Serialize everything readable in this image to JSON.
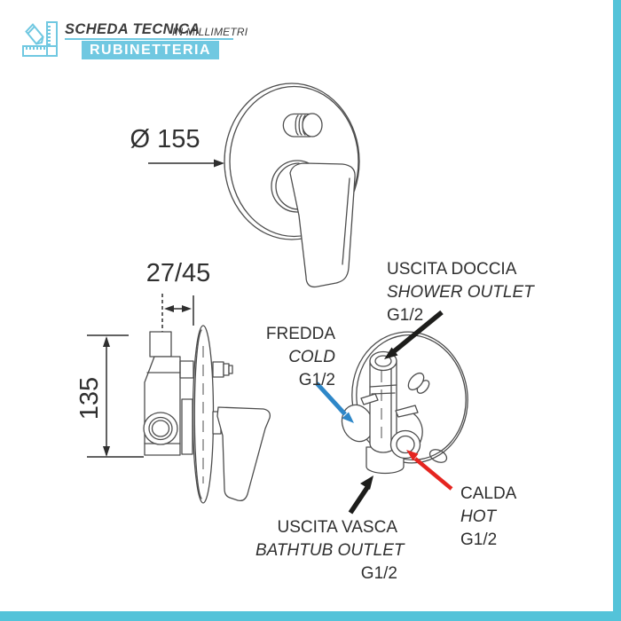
{
  "header": {
    "title": "SCHEDA TECNICA",
    "unit_note": "IN MILLIMETRI",
    "brand": "RUBINETTERIA",
    "icon": "pencil-ruler-icon"
  },
  "dimensions": {
    "diameter_label": "Ø 155",
    "depth_label": "27/45",
    "height_label": "135"
  },
  "callouts": {
    "shower": {
      "it": "USCITA DOCCIA",
      "en": "SHOWER OUTLET",
      "thread": "G1/2"
    },
    "cold": {
      "it": "FREDDA",
      "en": "COLD",
      "thread": "G1/2"
    },
    "hot": {
      "it": "CALDA",
      "en": "HOT",
      "thread": "G1/2"
    },
    "bathtub": {
      "it": "USCITA VASCA",
      "en": "BATHTUB OUTLET",
      "thread": "G1/2"
    }
  },
  "colors": {
    "teal_bar": "#54c3d9",
    "teal_box": "#70c8e1",
    "line": "#4d4d4d",
    "text": "#2f2f2f",
    "arrow_black": "#1d1d1b",
    "arrow_blue": "#2e87c8",
    "arrow_red": "#e52520"
  }
}
